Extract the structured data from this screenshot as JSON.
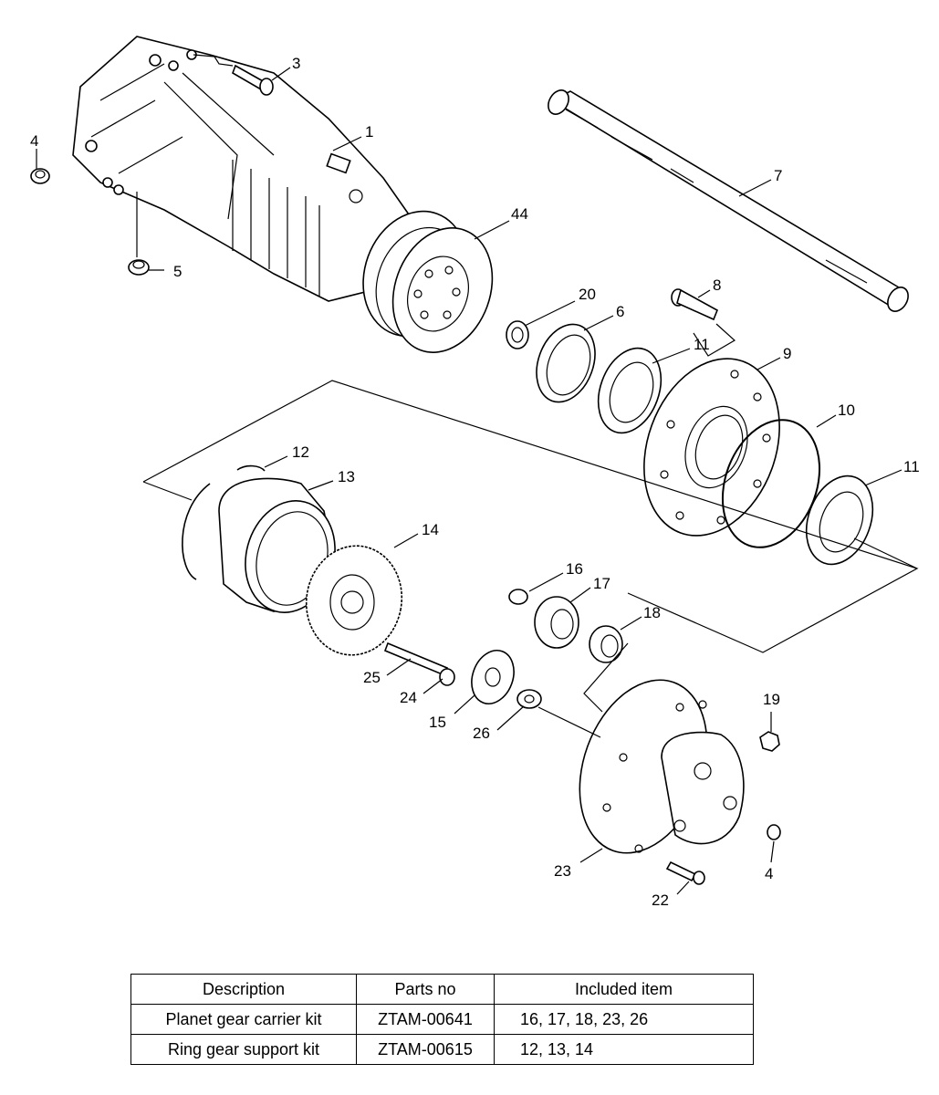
{
  "callouts": [
    {
      "id": "1",
      "label": "1"
    },
    {
      "id": "3",
      "label": "3"
    },
    {
      "id": "4a",
      "label": "4"
    },
    {
      "id": "5",
      "label": "5"
    },
    {
      "id": "44",
      "label": "44"
    },
    {
      "id": "7",
      "label": "7"
    },
    {
      "id": "8",
      "label": "8"
    },
    {
      "id": "20",
      "label": "20"
    },
    {
      "id": "6",
      "label": "6"
    },
    {
      "id": "11a",
      "label": "11"
    },
    {
      "id": "9",
      "label": "9"
    },
    {
      "id": "10",
      "label": "10"
    },
    {
      "id": "11b",
      "label": "11"
    },
    {
      "id": "12",
      "label": "12"
    },
    {
      "id": "13",
      "label": "13"
    },
    {
      "id": "14",
      "label": "14"
    },
    {
      "id": "16",
      "label": "16"
    },
    {
      "id": "17",
      "label": "17"
    },
    {
      "id": "18",
      "label": "18"
    },
    {
      "id": "25",
      "label": "25"
    },
    {
      "id": "24",
      "label": "24"
    },
    {
      "id": "15",
      "label": "15"
    },
    {
      "id": "26",
      "label": "26"
    },
    {
      "id": "19",
      "label": "19"
    },
    {
      "id": "23",
      "label": "23"
    },
    {
      "id": "22",
      "label": "22"
    },
    {
      "id": "4b",
      "label": "4"
    }
  ],
  "kit_table": {
    "headers": [
      "Description",
      "Parts no",
      "Included item"
    ],
    "rows": [
      {
        "description": "Planet gear carrier kit",
        "parts_no": "ZTAM-00641",
        "included": "16, 17, 18, 23, 26"
      },
      {
        "description": "Ring gear support kit",
        "parts_no": "ZTAM-00615",
        "included": "12, 13, 14"
      }
    ]
  }
}
